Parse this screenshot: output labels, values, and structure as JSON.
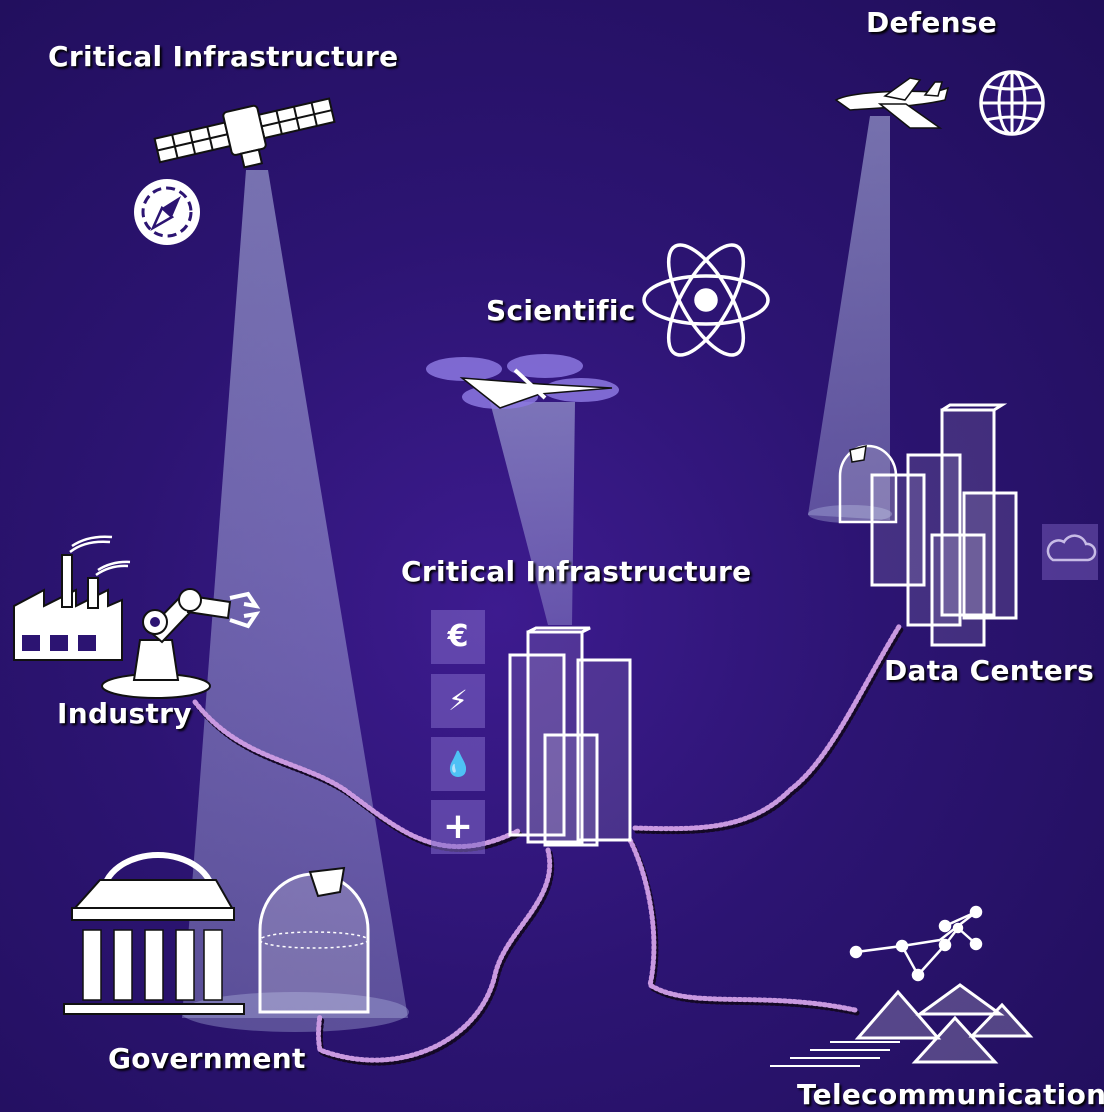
{
  "labels": {
    "critical_infrastructure_top": "Critical Infrastructure",
    "defense": "Defense",
    "scientific": "Scientific",
    "critical_infrastructure_center": "Critical Infrastructure",
    "industry": "Industry",
    "data_centers": "Data Centers",
    "government": "Government",
    "telecommunication": "Telecommunication"
  },
  "services": [
    {
      "icon": "euro-icon",
      "glyph": "€"
    },
    {
      "icon": "lightning-icon",
      "glyph": "⚡"
    },
    {
      "icon": "water-drop-icon",
      "glyph": "💧"
    },
    {
      "icon": "health-cross-icon",
      "glyph": "+"
    }
  ],
  "colors": {
    "background": "#2c1472",
    "beam": "#9aa4d8",
    "cable": "#b98ad8",
    "icon": "#ffffff"
  }
}
